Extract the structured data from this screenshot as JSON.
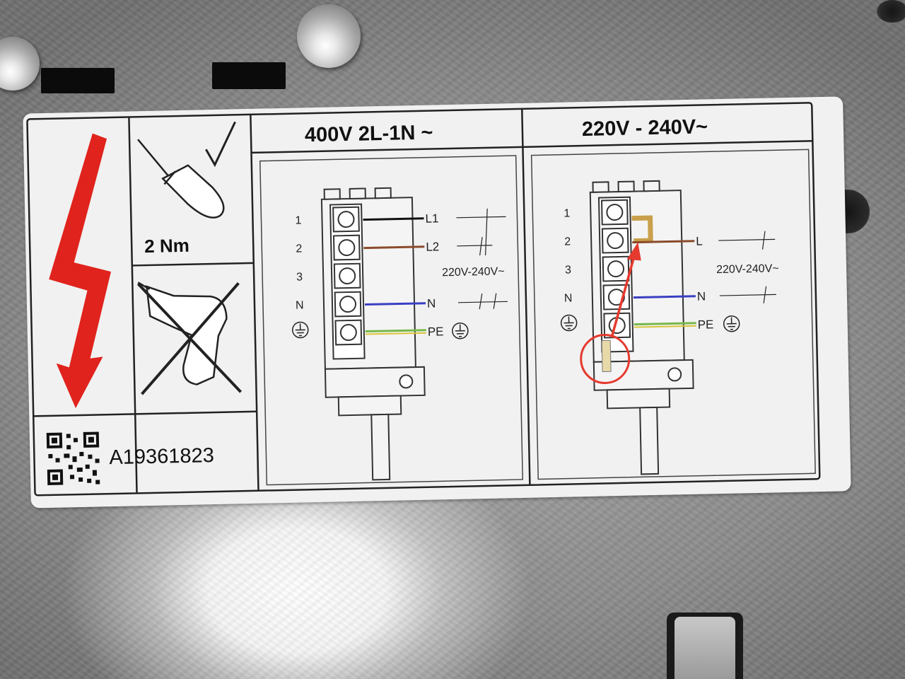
{
  "label": {
    "nm": "2 Nm",
    "code": "A19361823",
    "panel_left": {
      "title": "400V 2L-1N ~",
      "terminals": [
        "1",
        "2",
        "3",
        "N"
      ],
      "wires": [
        "L1",
        "L2",
        "N",
        "PE"
      ],
      "voltage": "220V-240V~"
    },
    "panel_right": {
      "title": "220V - 240V~",
      "terminals": [
        "1",
        "2",
        "3",
        "N"
      ],
      "wires": [
        "L",
        "N",
        "PE"
      ],
      "voltage": "220V-240V~"
    }
  },
  "colors": {
    "lightning": "#e0231c",
    "annotation": "#e53a2e",
    "wire_black": "#111111",
    "wire_brown": "#8a4b2a",
    "wire_blue": "#3a3fc2",
    "wire_green": "#77b84a",
    "wire_yellow": "#d9c43a",
    "jumper_gold": "#c9a04b"
  }
}
